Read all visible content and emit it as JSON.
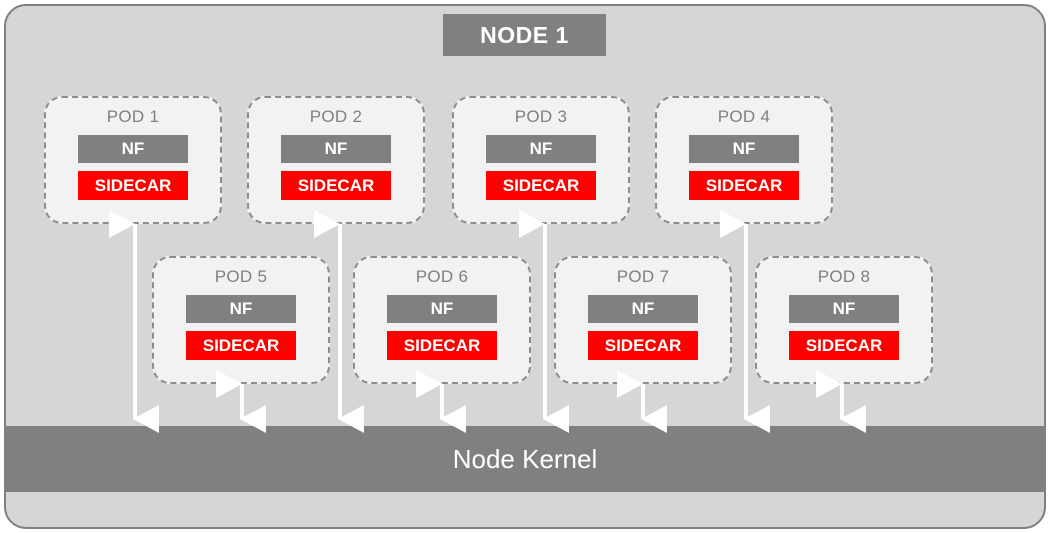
{
  "node": {
    "title": "NODE 1",
    "kernel_label": "Node Kernel"
  },
  "colors": {
    "container_fill": "#D6D6D6",
    "container_border": "#7F7F7F",
    "pod_fill": "#F2F2F2",
    "pod_border": "#8C8C8C",
    "nf_fill": "#808080",
    "sidecar_fill": "#FF0000",
    "kernel_fill": "#808080",
    "text_on_dark": "#FFFFFF",
    "pod_label_text": "#808080",
    "arrow": "#FFFFFF"
  },
  "pods": [
    {
      "label": "POD 1",
      "nf": "NF",
      "sidecar": "SIDECAR",
      "row": 1
    },
    {
      "label": "POD 2",
      "nf": "NF",
      "sidecar": "SIDECAR",
      "row": 1
    },
    {
      "label": "POD 3",
      "nf": "NF",
      "sidecar": "SIDECAR",
      "row": 1
    },
    {
      "label": "POD 4",
      "nf": "NF",
      "sidecar": "SIDECAR",
      "row": 1
    },
    {
      "label": "POD 5",
      "nf": "NF",
      "sidecar": "SIDECAR",
      "row": 2
    },
    {
      "label": "POD 6",
      "nf": "NF",
      "sidecar": "SIDECAR",
      "row": 2
    },
    {
      "label": "POD 7",
      "nf": "NF",
      "sidecar": "SIDECAR",
      "row": 2
    },
    {
      "label": "POD 8",
      "nf": "NF",
      "sidecar": "SIDECAR",
      "row": 2
    }
  ],
  "connections": [
    {
      "from": "POD 1",
      "to": "Node Kernel",
      "style": "double-arrow"
    },
    {
      "from": "POD 2",
      "to": "Node Kernel",
      "style": "double-arrow"
    },
    {
      "from": "POD 3",
      "to": "Node Kernel",
      "style": "double-arrow"
    },
    {
      "from": "POD 4",
      "to": "Node Kernel",
      "style": "double-arrow"
    },
    {
      "from": "POD 5",
      "to": "Node Kernel",
      "style": "double-arrow"
    },
    {
      "from": "POD 6",
      "to": "Node Kernel",
      "style": "double-arrow"
    },
    {
      "from": "POD 7",
      "to": "Node Kernel",
      "style": "double-arrow"
    },
    {
      "from": "POD 8",
      "to": "Node Kernel",
      "style": "double-arrow"
    }
  ]
}
